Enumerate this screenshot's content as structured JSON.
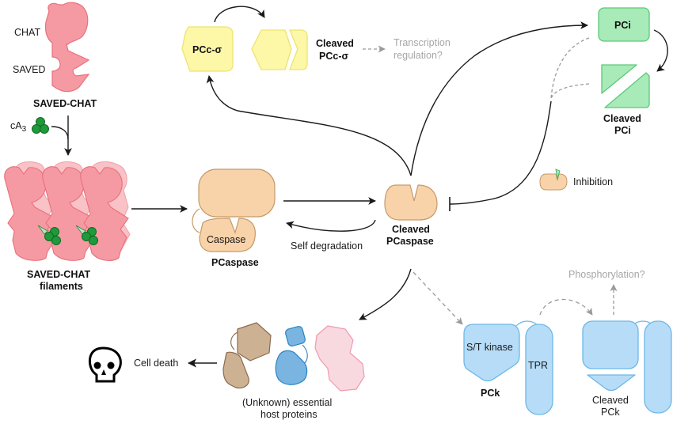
{
  "diagram": {
    "title": "",
    "colors": {
      "saved_chat_fill": "#f59aa3",
      "saved_chat_light": "#f8c2c7",
      "saved_chat_stroke": "#e8707c",
      "ca3_fill": "#1e9a3a",
      "pcaspase_fill": "#f8d2a8",
      "pcaspase_stroke": "#c69a6a",
      "pcc_fill": "#fdf7a8",
      "pcc_stroke": "#eee46e",
      "pci_fill": "#a8eab8",
      "pci_stroke": "#5cc97a",
      "pck_fill": "#b7dcf7",
      "pck_stroke": "#6db8e8",
      "host_brown": "#cdb193",
      "host_brown_stroke": "#8b6b4d",
      "host_blue": "#7ab4e0",
      "host_blue_stroke": "#2a84c0",
      "host_pink": "#f9d9e0",
      "host_pink_stroke": "#ee9bb1",
      "arrow": "#1a1a1a",
      "dashed_arrow": "#9a9a9a"
    },
    "nodes": {
      "saved_chat": {
        "label": "SAVED-CHAT",
        "domain_chat": "CHAT",
        "domain_saved": "SAVED"
      },
      "ca3": {
        "label_main": "cA",
        "label_sub": "3"
      },
      "filaments": {
        "line1": "SAVED-CHAT",
        "line2": "filaments"
      },
      "pcaspase": {
        "label": "PCaspase",
        "domain_caspase": "Caspase"
      },
      "cleaved_pcaspase": {
        "line1": "Cleaved",
        "line2": "PCaspase"
      },
      "self_degradation": {
        "label": "Self degradation"
      },
      "pcc_sigma": {
        "label": "PCc-σ"
      },
      "cleaved_pcc_sigma": {
        "line1": "Cleaved",
        "line2": "PCc-σ"
      },
      "transcription": {
        "line1": "Transcription",
        "line2": "regulation?"
      },
      "pci": {
        "label": "PCi"
      },
      "cleaved_pci": {
        "line1": "Cleaved",
        "line2": "PCi"
      },
      "inhibition_legend": {
        "label": "Inhibition"
      },
      "host_proteins": {
        "line1": "(Unknown) essential",
        "line2": "host proteins"
      },
      "cell_death": {
        "label": "Cell death"
      },
      "pck": {
        "label": "PCk",
        "domain_kinase": "S/T kinase",
        "domain_tpr": "TPR"
      },
      "cleaved_pck": {
        "line1": "Cleaved",
        "line2": "PCk"
      },
      "phosphorylation": {
        "label": "Phosphorylation?"
      }
    },
    "edges": [
      {
        "from": "saved_chat",
        "to": "filaments",
        "type": "activation",
        "modifier": "cA3"
      },
      {
        "from": "filaments",
        "to": "pcaspase",
        "type": "activation"
      },
      {
        "from": "pcaspase",
        "to": "cleaved_pcaspase",
        "type": "activation"
      },
      {
        "from": "cleaved_pcaspase",
        "to": "pcaspase",
        "type": "self-degradation"
      },
      {
        "from": "cleaved_pcaspase",
        "to": "pcc_sigma",
        "type": "activation"
      },
      {
        "from": "pcc_sigma",
        "to": "cleaved_pcc_sigma",
        "type": "activation"
      },
      {
        "from": "cleaved_pcc_sigma",
        "to": "transcription",
        "type": "putative"
      },
      {
        "from": "cleaved_pcaspase",
        "to": "pci",
        "type": "activation"
      },
      {
        "from": "pci",
        "to": "cleaved_pci",
        "type": "activation"
      },
      {
        "from": "pci",
        "to": "cleaved_pcaspase",
        "type": "inhibition"
      },
      {
        "from": "cleaved_pcaspase",
        "to": "host_proteins",
        "type": "activation"
      },
      {
        "from": "host_proteins",
        "to": "cell_death",
        "type": "activation"
      },
      {
        "from": "cleaved_pcaspase",
        "to": "pck",
        "type": "putative"
      },
      {
        "from": "pck",
        "to": "cleaved_pck",
        "type": "putative"
      },
      {
        "from": "cleaved_pck",
        "to": "phosphorylation",
        "type": "putative"
      }
    ]
  }
}
